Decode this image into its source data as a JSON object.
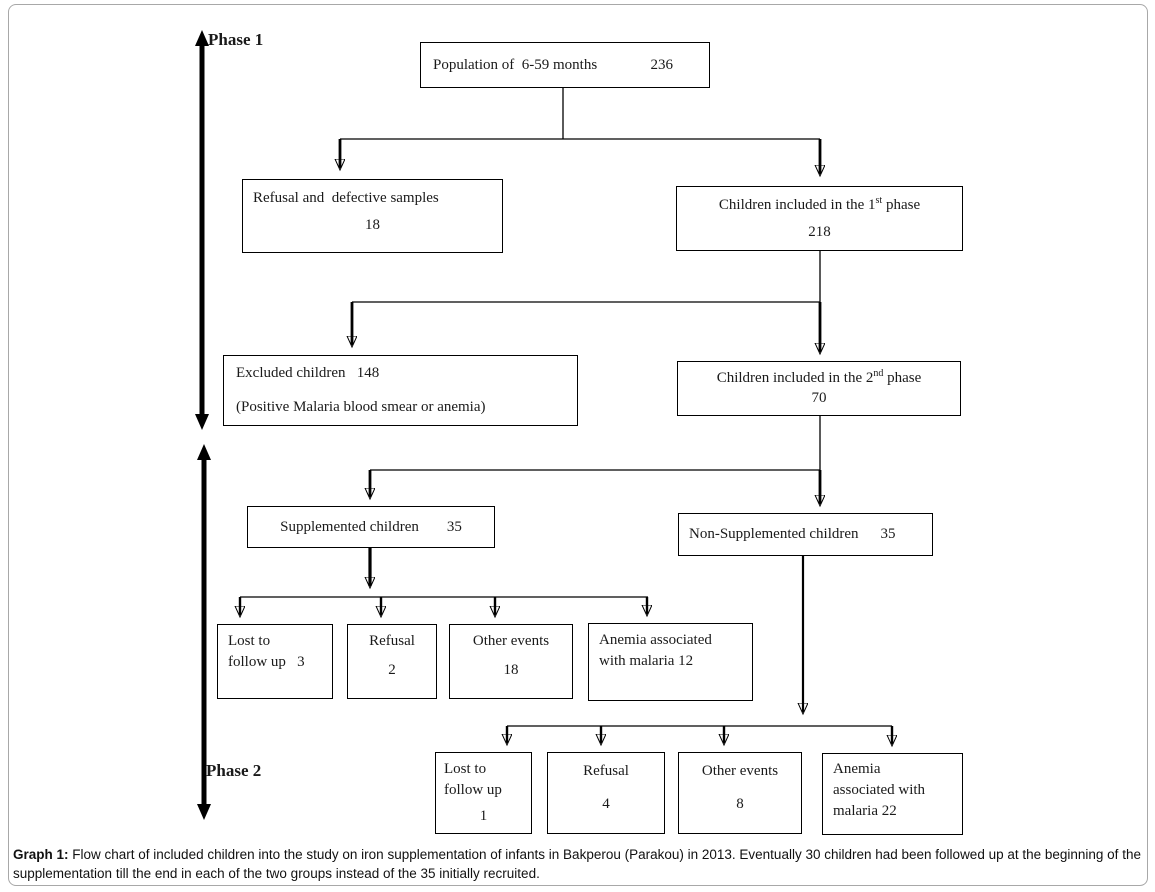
{
  "colors": {
    "box_border": "#000000",
    "figure_border": "#a8a8a8",
    "text": "#1a1a1a"
  },
  "phase_labels": {
    "phase1": "Phase 1",
    "phase2": "Phase 2"
  },
  "boxes": {
    "population": {
      "text": "Population of  6-59 months",
      "value": "236"
    },
    "refusal_defective": {
      "line1": "Refusal and  defective samples",
      "value": "18"
    },
    "included_phase1": {
      "pre": "Children included in the 1",
      "sup": "st",
      "post": " phase",
      "value": "218"
    },
    "excluded": {
      "line1": "Excluded children   148",
      "line2": "(Positive Malaria blood smear or anemia)"
    },
    "included_phase2": {
      "pre": "Children included in the 2",
      "sup": "nd",
      "post": " phase",
      "value": "70"
    },
    "supplemented": {
      "text": "Supplemented children",
      "value": "35"
    },
    "non_supplemented": {
      "text": "Non-Supplemented children",
      "value": "35"
    },
    "supp_lost": {
      "line1": "Lost to",
      "line2": "follow up   3"
    },
    "supp_refusal": {
      "line1": "Refusal",
      "value": "2"
    },
    "supp_other": {
      "line1": "Other events",
      "value": "18"
    },
    "supp_anemia": {
      "line1": "Anemia associated",
      "line2": "with malaria 12"
    },
    "nonsupp_lost": {
      "line1": "Lost to",
      "line2": "follow up",
      "value": "1"
    },
    "nonsupp_refusal": {
      "line1": "Refusal",
      "value": "4"
    },
    "nonsupp_other": {
      "line1": "Other events",
      "value": "8"
    },
    "nonsupp_anemia": {
      "line1": "Anemia",
      "line2": "associated with",
      "line3": "malaria 22"
    }
  },
  "caption": {
    "label": "Graph 1:",
    "text": " Flow chart of included children into the study on iron supplementation of infants in Bakperou (Parakou) in 2013. Eventually 30 children had been followed up at the beginning of the supplementation till the end in each of the two groups instead of the 35 initially recruited."
  }
}
